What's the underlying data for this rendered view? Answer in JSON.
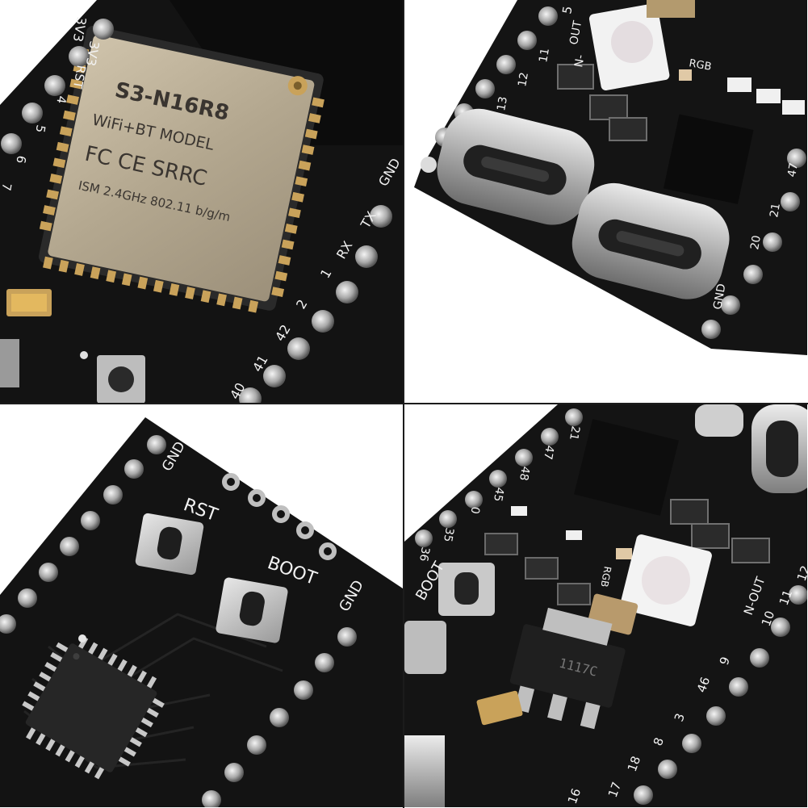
{
  "panels": {
    "top_left": {
      "module_model": "S3-N16R8",
      "module_radio": "WiFi+BT MODEL",
      "module_cert": "FC CE SRRC",
      "module_band": "ISM 2.4GHz  802.11 b/g/m",
      "pin_labels_left": [
        "3V3",
        "3V3",
        "RST",
        "4",
        "5",
        "6",
        "7"
      ],
      "pin_labels_right": [
        "GND",
        "TX",
        "RX",
        "1",
        "2",
        "42",
        "41",
        "40"
      ]
    },
    "top_right": {
      "pin_labels_top": [
        "5",
        "OUT",
        "N-",
        "11",
        "12",
        "13"
      ],
      "rgb_label": "RGB",
      "pin_labels_right": [
        "47",
        "21",
        "20",
        "GND"
      ]
    },
    "bottom_left": {
      "gnd_top": "GND",
      "rst_label": "RST",
      "boot_label": "BOOT",
      "gnd_right": "GND"
    },
    "bottom_right": {
      "pin_labels_top": [
        "21",
        "47",
        "48",
        "45",
        "0",
        "35",
        "36"
      ],
      "boot_label": "BOOT",
      "rgb_label": "RGB",
      "pin_labels_right": [
        "N-OUT",
        "10",
        "11",
        "12"
      ],
      "regulator_marking": "1117C",
      "pin_labels_bottom": [
        "9",
        "46",
        "3",
        "8",
        "18",
        "17",
        "16"
      ]
    }
  },
  "colors": {
    "pcb": "#121212",
    "silkscreen": "#f2f2f2",
    "metal_shield": "#b8ac95",
    "copper_pad": "#c9a25a",
    "background": "#ffffff",
    "divider": "#1b1b1b"
  }
}
